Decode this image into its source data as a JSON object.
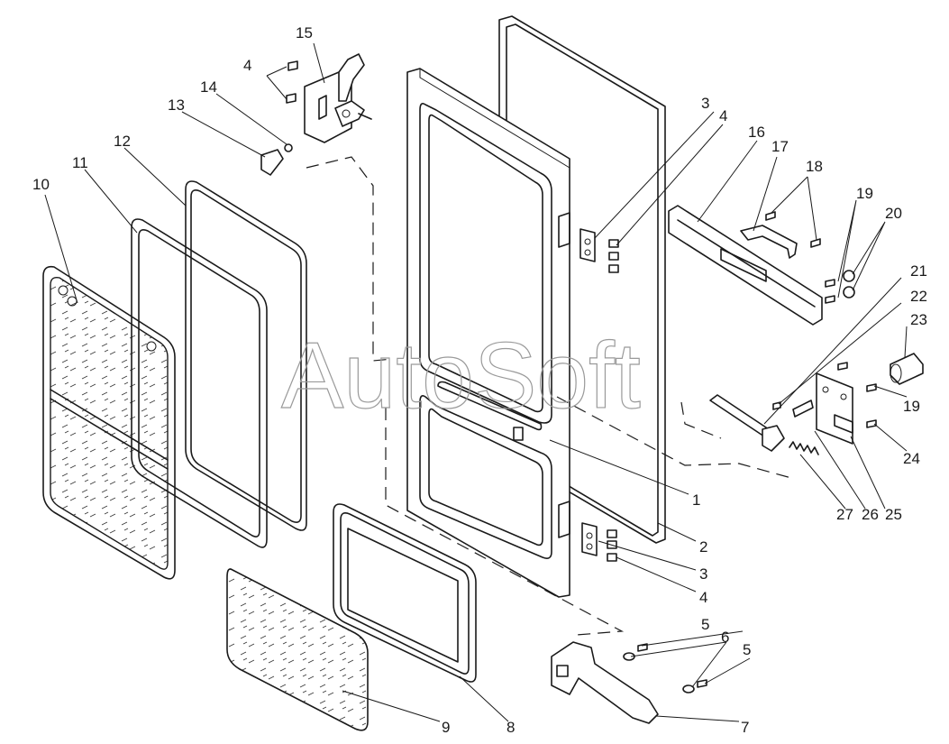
{
  "watermark": "AutoSoft",
  "callouts": [
    {
      "id": "c15",
      "text": "15"
    },
    {
      "id": "c4a",
      "text": "4"
    },
    {
      "id": "c14",
      "text": "14"
    },
    {
      "id": "c13",
      "text": "13"
    },
    {
      "id": "c12",
      "text": "12"
    },
    {
      "id": "c11",
      "text": "11"
    },
    {
      "id": "c10",
      "text": "10"
    },
    {
      "id": "c3a",
      "text": "3"
    },
    {
      "id": "c4b",
      "text": "4"
    },
    {
      "id": "c16",
      "text": "16"
    },
    {
      "id": "c17",
      "text": "17"
    },
    {
      "id": "c18",
      "text": "18"
    },
    {
      "id": "c19a",
      "text": "19"
    },
    {
      "id": "c20",
      "text": "20"
    },
    {
      "id": "c21",
      "text": "21"
    },
    {
      "id": "c22",
      "text": "22"
    },
    {
      "id": "c23",
      "text": "23"
    },
    {
      "id": "c19b",
      "text": "19"
    },
    {
      "id": "c24",
      "text": "24"
    },
    {
      "id": "c1",
      "text": "1"
    },
    {
      "id": "c27",
      "text": "27"
    },
    {
      "id": "c26",
      "text": "26"
    },
    {
      "id": "c25",
      "text": "25"
    },
    {
      "id": "c2",
      "text": "2"
    },
    {
      "id": "c3b",
      "text": "3"
    },
    {
      "id": "c4c",
      "text": "4"
    },
    {
      "id": "c5a",
      "text": "5"
    },
    {
      "id": "c6",
      "text": "6"
    },
    {
      "id": "c5b",
      "text": "5"
    },
    {
      "id": "c9",
      "text": "9"
    },
    {
      "id": "c8",
      "text": "8"
    },
    {
      "id": "c7",
      "text": "7"
    }
  ]
}
